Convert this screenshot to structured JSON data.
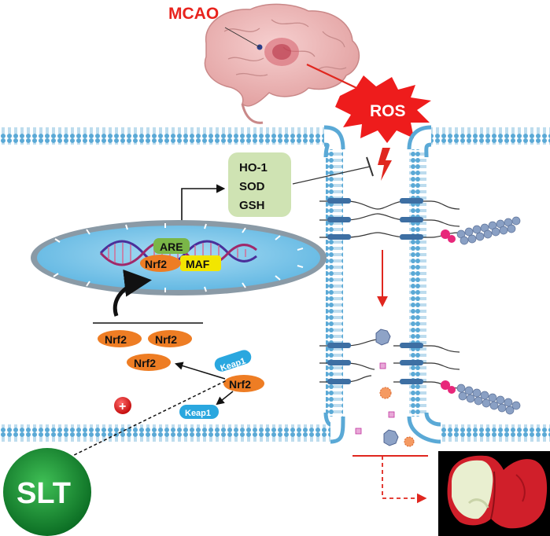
{
  "labels": {
    "mcao": "MCAO",
    "ros": "ROS",
    "antioxidants": [
      "HO-1",
      "SOD",
      "GSH"
    ],
    "are": "ARE",
    "nrf2": "Nrf2",
    "maf": "MAF",
    "keap1": "Keap1",
    "plus": "+",
    "slt": "SLT"
  },
  "colors": {
    "mcao_text": "#e8231d",
    "ros_burst": "#ee1c1c",
    "arrow_red": "#e0271f",
    "membrane": "#5aa9d6",
    "nucleus_fill": "#7cc4e8",
    "nucleus_rim": "#8a9aa6",
    "are_box": "#7ab648",
    "nrf2_pill": "#ee7d24",
    "maf_box": "#f2e600",
    "antioxidant_box": "#cfe3b3",
    "keap1_pill": "#2aa7df",
    "slt_ball": "#1f9a3a",
    "plus_ball": "#e02020",
    "tight_junction": "#3d6fa3",
    "beads": "#8aa0c4",
    "ligand": "#e8277a"
  },
  "icons": [
    "brain-illustration",
    "brain-slice-photo"
  ]
}
